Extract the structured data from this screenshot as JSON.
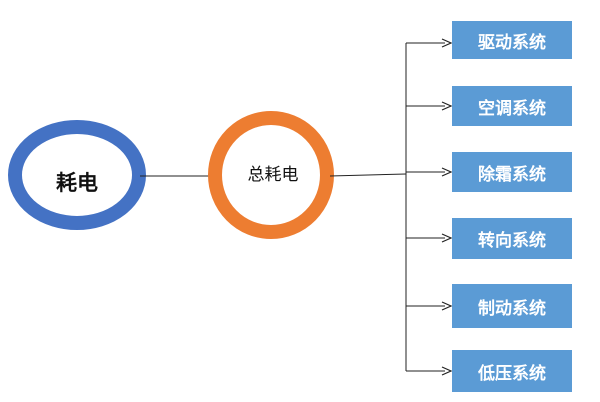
{
  "root": {
    "label": "耗电",
    "color": "#4472c4"
  },
  "total": {
    "label": "总耗电",
    "color": "#ed7d31"
  },
  "box_color": "#5b9bd5",
  "line_color": "#222222",
  "systems": [
    {
      "label": "驱动系统"
    },
    {
      "label": "空调系统"
    },
    {
      "label": "除霜系统"
    },
    {
      "label": "转向系统"
    },
    {
      "label": "制动系统"
    },
    {
      "label": "低压系统"
    }
  ]
}
